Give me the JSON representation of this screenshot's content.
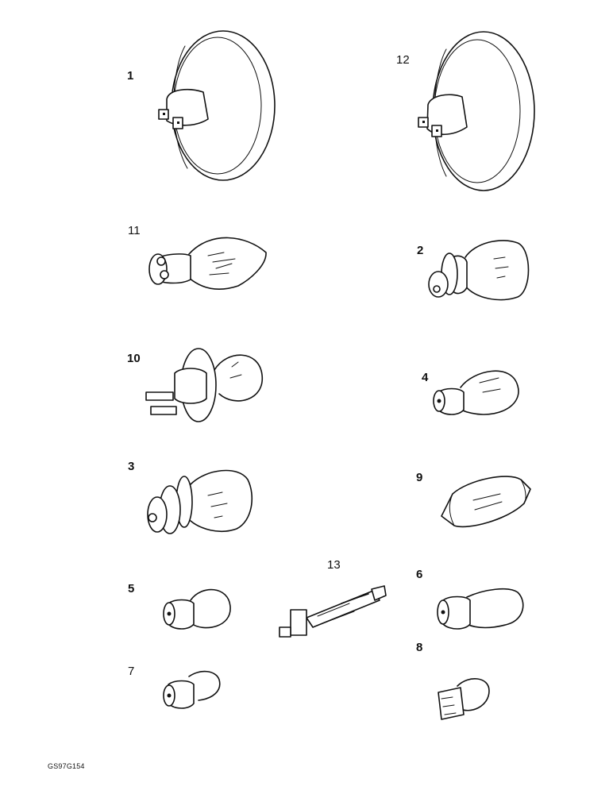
{
  "labels": {
    "n1": "1",
    "n2": "2",
    "n3": "3",
    "n4": "4",
    "n5": "5",
    "n6": "6",
    "n7": "7",
    "n8": "8",
    "n9": "9",
    "n10": "10",
    "n11": "11",
    "n12": "12",
    "n13": "13"
  },
  "figure_code": "GS97G154"
}
